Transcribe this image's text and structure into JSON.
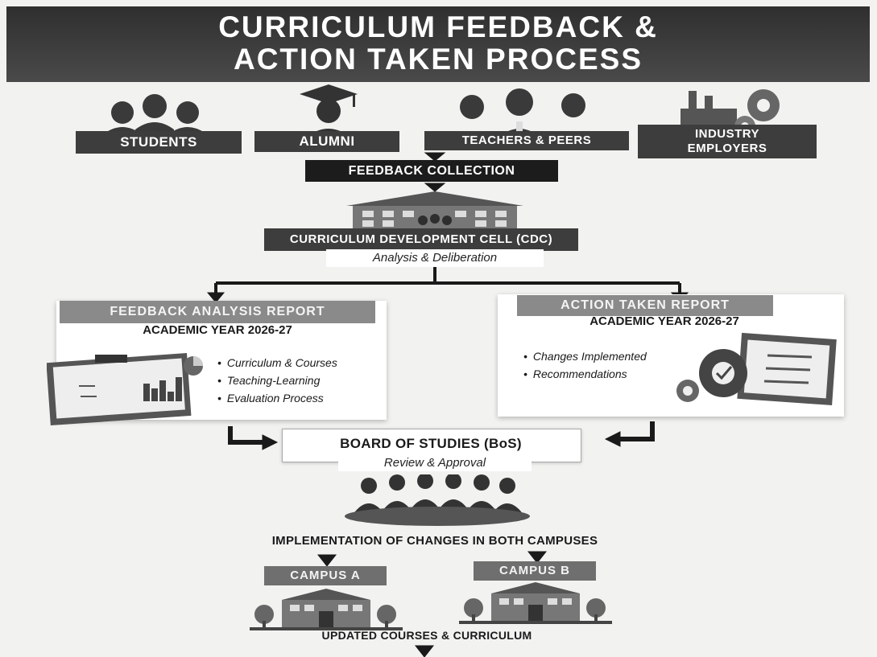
{
  "title": {
    "line1": "CURRICULUM FEEDBACK &",
    "line2": "ACTION TAKEN PROCESS"
  },
  "stakeholders": [
    {
      "label": "STUDENTS",
      "icon": "students-icon"
    },
    {
      "label": "ALUMNI",
      "icon": "graduate-icon"
    },
    {
      "label": "TEACHERS & PEERS",
      "icon": "teachers-icon"
    },
    {
      "label_line1": "INDUSTRY",
      "label_line2": "EMPLOYERS",
      "icon": "factory-gears-icon"
    }
  ],
  "feedback_collection": "FEEDBACK COLLECTION",
  "cdc": {
    "label": "CURRICULUM DEVELOPMENT CELL (CDC)",
    "sub": "Analysis & Deliberation"
  },
  "report_left": {
    "title": "FEEDBACK ANALYSIS REPORT",
    "year": "ACADEMIC YEAR 2026-27",
    "items": [
      "Curriculum & Courses",
      "Teaching-Learning",
      "Evaluation Process"
    ]
  },
  "report_right": {
    "title": "ACTION TAKEN REPORT",
    "year": "ACADEMIC YEAR 2026-27",
    "items": [
      "Changes Implemented",
      "Recommendations"
    ]
  },
  "bos": {
    "label": "BOARD OF STUDIES (BoS)",
    "sub": "Review & Approval"
  },
  "implementation": "IMPLEMENTATION OF CHANGES IN BOTH CAMPUSES",
  "campuses": [
    "CAMPUS A",
    "CAMPUS B"
  ],
  "final": "UPDATED COURSES & CURRICULUM",
  "colors": {
    "dark": "#3d3d3d",
    "mid": "#8a8a8a",
    "paper": "#f2f2f0"
  }
}
